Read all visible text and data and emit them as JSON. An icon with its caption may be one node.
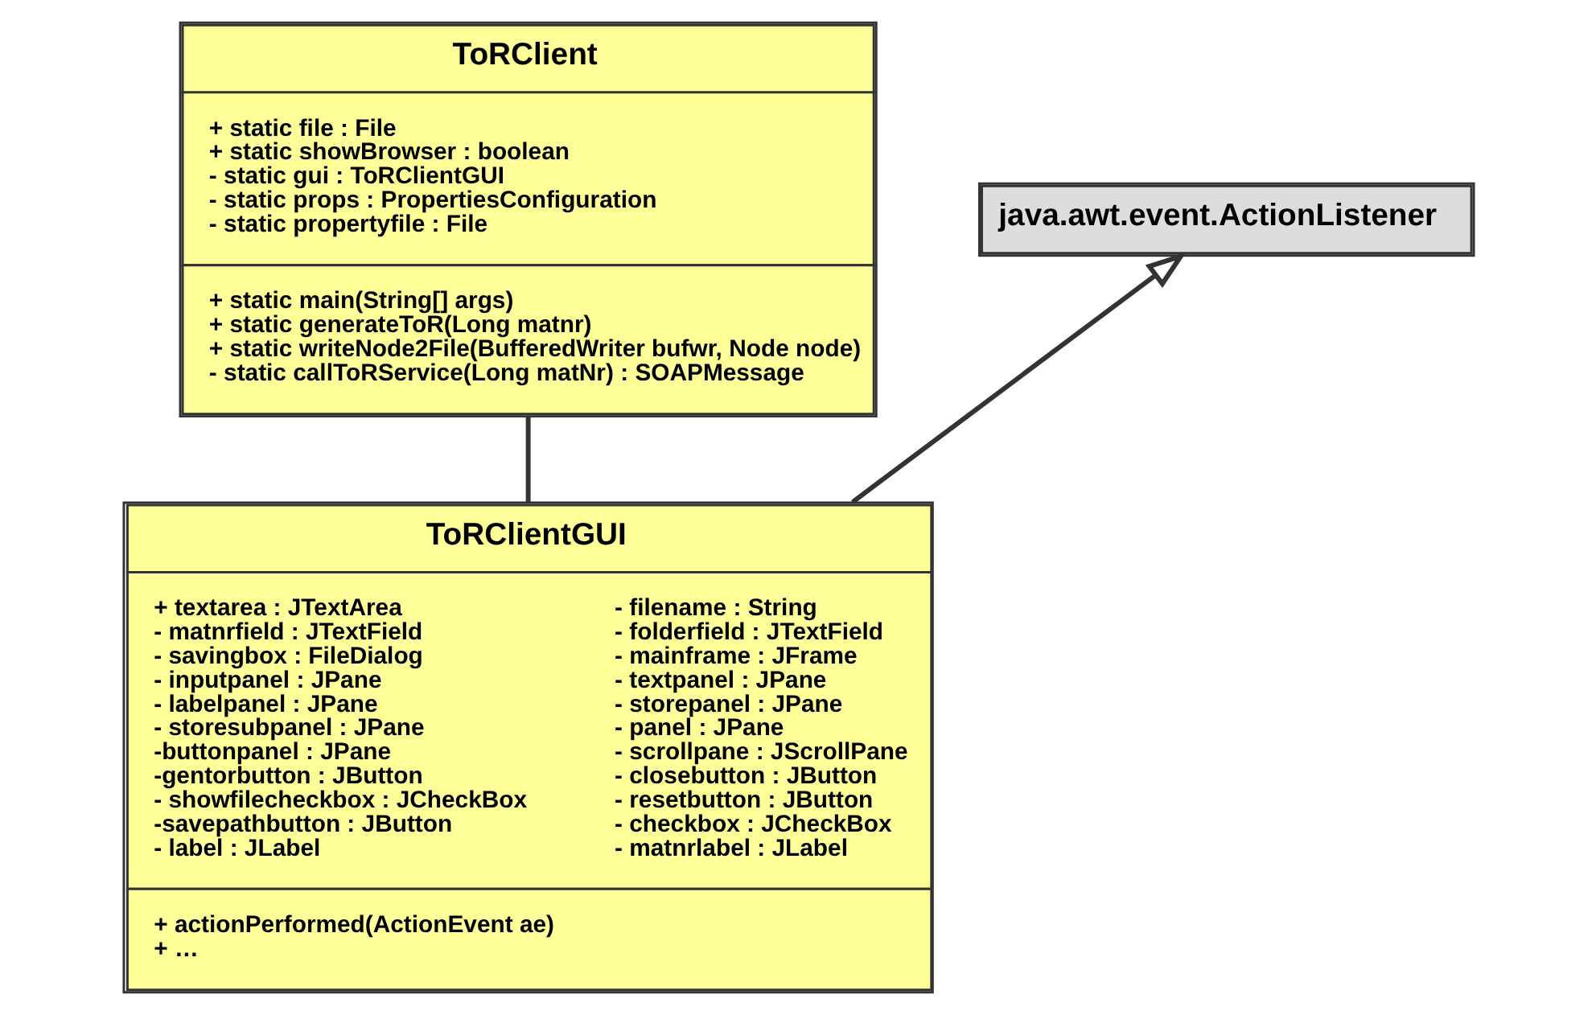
{
  "diagram": {
    "nodes": [
      {
        "text": [
          "ToRClient",
          "+ static file : File",
          "+ static showBrowser : boolean",
          "- static gui : ToRClientGUI",
          "- static props : PropertiesConfiguration",
          "- static propertyfile : File",
          "+ static main(String[] args)",
          "+ static generateToR(Long matnr)",
          "+ static writeNode2File(BufferedWriter bufwr, Node node)",
          "- static callToRService(Long matNr) : SOAPMessage"
        ]
      },
      {
        "text": [
          "java.awt.event.ActionListener"
        ]
      },
      {
        "text": [
          "ToRClientGUI",
          "+ textarea : JTextArea",
          "- matnrfield : JTextField",
          "- savingbox : FileDialog",
          "- inputpanel : JPane",
          "- labelpanel : JPane",
          "- storesubpanel : JPane",
          "-buttonpanel : JPane",
          "-gentorbutton : JButton",
          "- showfilecheckbox : JCheckBox",
          "-savepathbutton : JButton",
          "- label : JLabel",
          "- filename : String",
          "- folderfield : JTextField",
          "- mainframe : JFrame",
          "- textpanel : JPane",
          "- storepanel : JPane",
          "- panel : JPane",
          "- scrollpane : JScrollPane",
          "- closebutton : JButton",
          "- resetbutton : JButton",
          "- checkbox : JCheckBox",
          "- matnrlabel : JLabel",
          "+ actionPerformed(ActionEvent ae)",
          "+ …"
        ]
      }
    ],
    "edges": [
      {
        "from": 0,
        "to": 2,
        "arrow": "none"
      },
      {
        "from": 2,
        "to": 1,
        "arrow": "to"
      }
    ]
  }
}
